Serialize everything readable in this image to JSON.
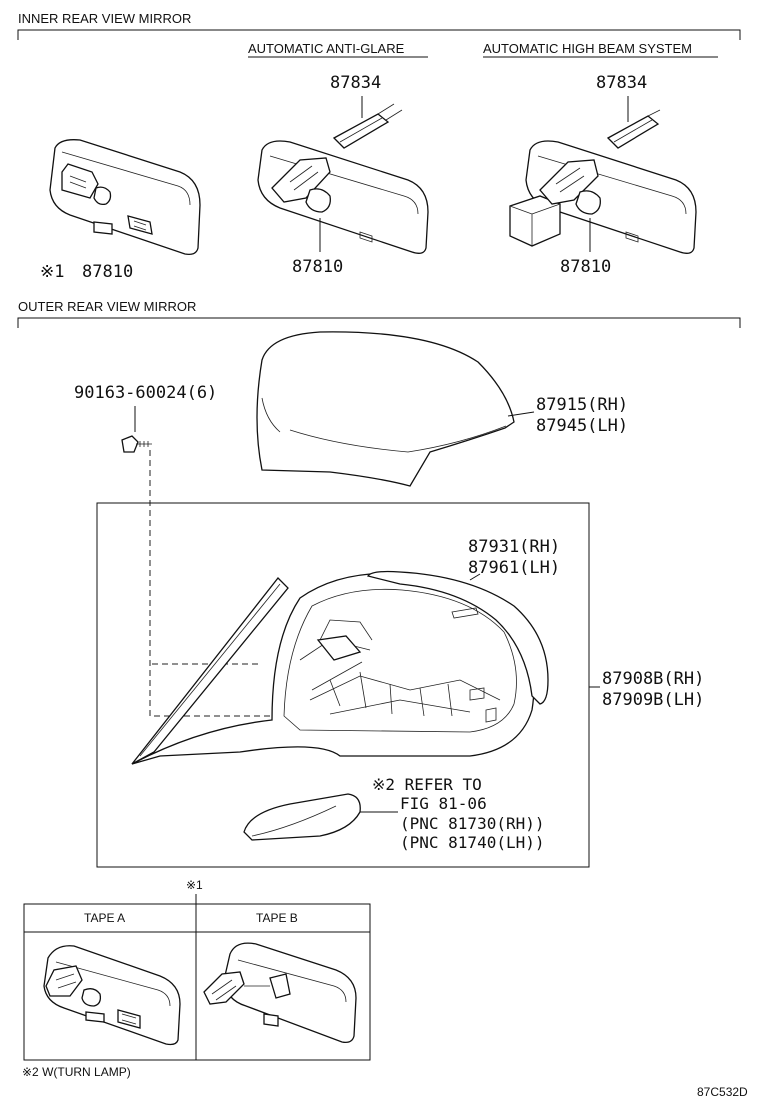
{
  "sections": {
    "inner_title": "INNER REAR VIEW MIRROR",
    "outer_title": "OUTER REAR VIEW MIRROR",
    "anti_glare_title": "AUTOMATIC ANTI-GLARE",
    "high_beam_title": "AUTOMATIC HIGH BEAM SYSTEM"
  },
  "parts": {
    "mirror_std_mark": "※1",
    "mirror_std_num": "87810",
    "ag_cover": "87834",
    "ag_mirror": "87810",
    "hb_cover": "87834",
    "hb_mirror": "87810",
    "screw": "90163-60024(6)",
    "cover_rh": "87915(RH)",
    "cover_lh": "87945(LH)",
    "glass_rh": "87931(RH)",
    "glass_lh": "87961(LH)",
    "assy_rh": "87908B(RH)",
    "assy_lh": "87909B(LH)"
  },
  "refer": {
    "line1": "※2 REFER TO",
    "line2": "FIG 81-06",
    "line3": "(PNC 81730(RH))",
    "line4": "(PNC 81740(LH))"
  },
  "tape_table": {
    "mark": "※1",
    "col_a": "TAPE A",
    "col_b": "TAPE B"
  },
  "footnote": "※2 W(TURN LAMP)",
  "figure_id": "87C532D"
}
